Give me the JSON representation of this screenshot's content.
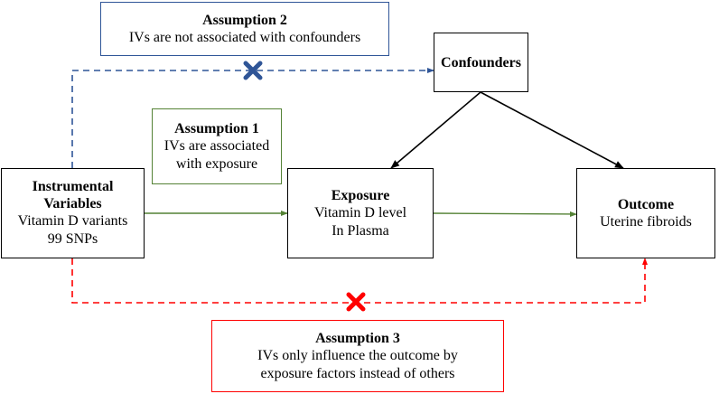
{
  "assumption2": {
    "title": "Assumption 2",
    "text": "IVs are not associated with confounders",
    "color": "#2f5597"
  },
  "assumption1": {
    "title": "Assumption 1",
    "line1": "IVs are associated",
    "line2": "with exposure",
    "color": "#548235"
  },
  "assumption3": {
    "title": "Assumption 3",
    "line1": "IVs only influence the outcome by",
    "line2": "exposure factors instead of others",
    "color": "#ff0000"
  },
  "confounders": {
    "title": "Confounders"
  },
  "instrumental": {
    "title1": "Instrumental",
    "title2": "Variables",
    "line1": "Vitamin D variants",
    "line2": "99 SNPs"
  },
  "exposure": {
    "title": "Exposure",
    "line1": "Vitamin D level",
    "line2": "In Plasma"
  },
  "outcome": {
    "title": "Outcome",
    "line1": "Uterine fibroids"
  },
  "colors": {
    "blue_path": "#2f5597",
    "green_path": "#548235",
    "red_path": "#ff0000",
    "black_path": "#000000"
  }
}
